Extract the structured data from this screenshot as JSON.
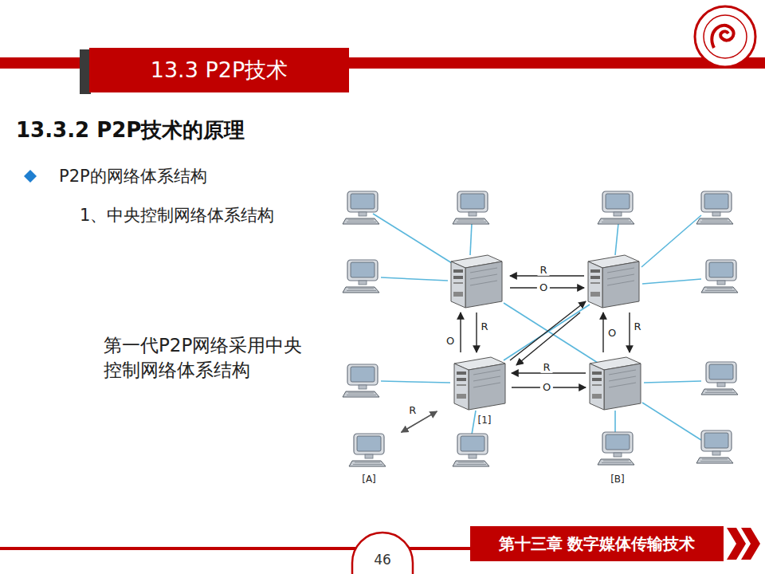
{
  "diagram": {
    "title": "13.3.2 P2P技术的原理",
    "nodes": [
      {
        "text": [
          "13.3 P2P技术"
        ]
      },
      {
        "text": [
          "[1]"
        ]
      },
      {
        "text": [
          "[A]"
        ]
      },
      {
        "text": [
          "[B]"
        ]
      },
      {
        "text": [
          "46"
        ]
      },
      {
        "text": [
          "第十三章 数字媒体传输技术"
        ]
      }
    ],
    "edges": [
      {
        "from": 2,
        "to": 1,
        "label": "O",
        "arrow": "to"
      },
      {
        "from": 1,
        "to": 2,
        "label": "R",
        "arrow": "to"
      }
    ],
    "labels": [
      "P2P的网络体系结构",
      "1、中央控制网络体系结构",
      "第一代P2P网络采用中央控制网络体系结构",
      "R",
      "O",
      "O",
      "R",
      "O",
      "R",
      "R",
      "O"
    ]
  }
}
